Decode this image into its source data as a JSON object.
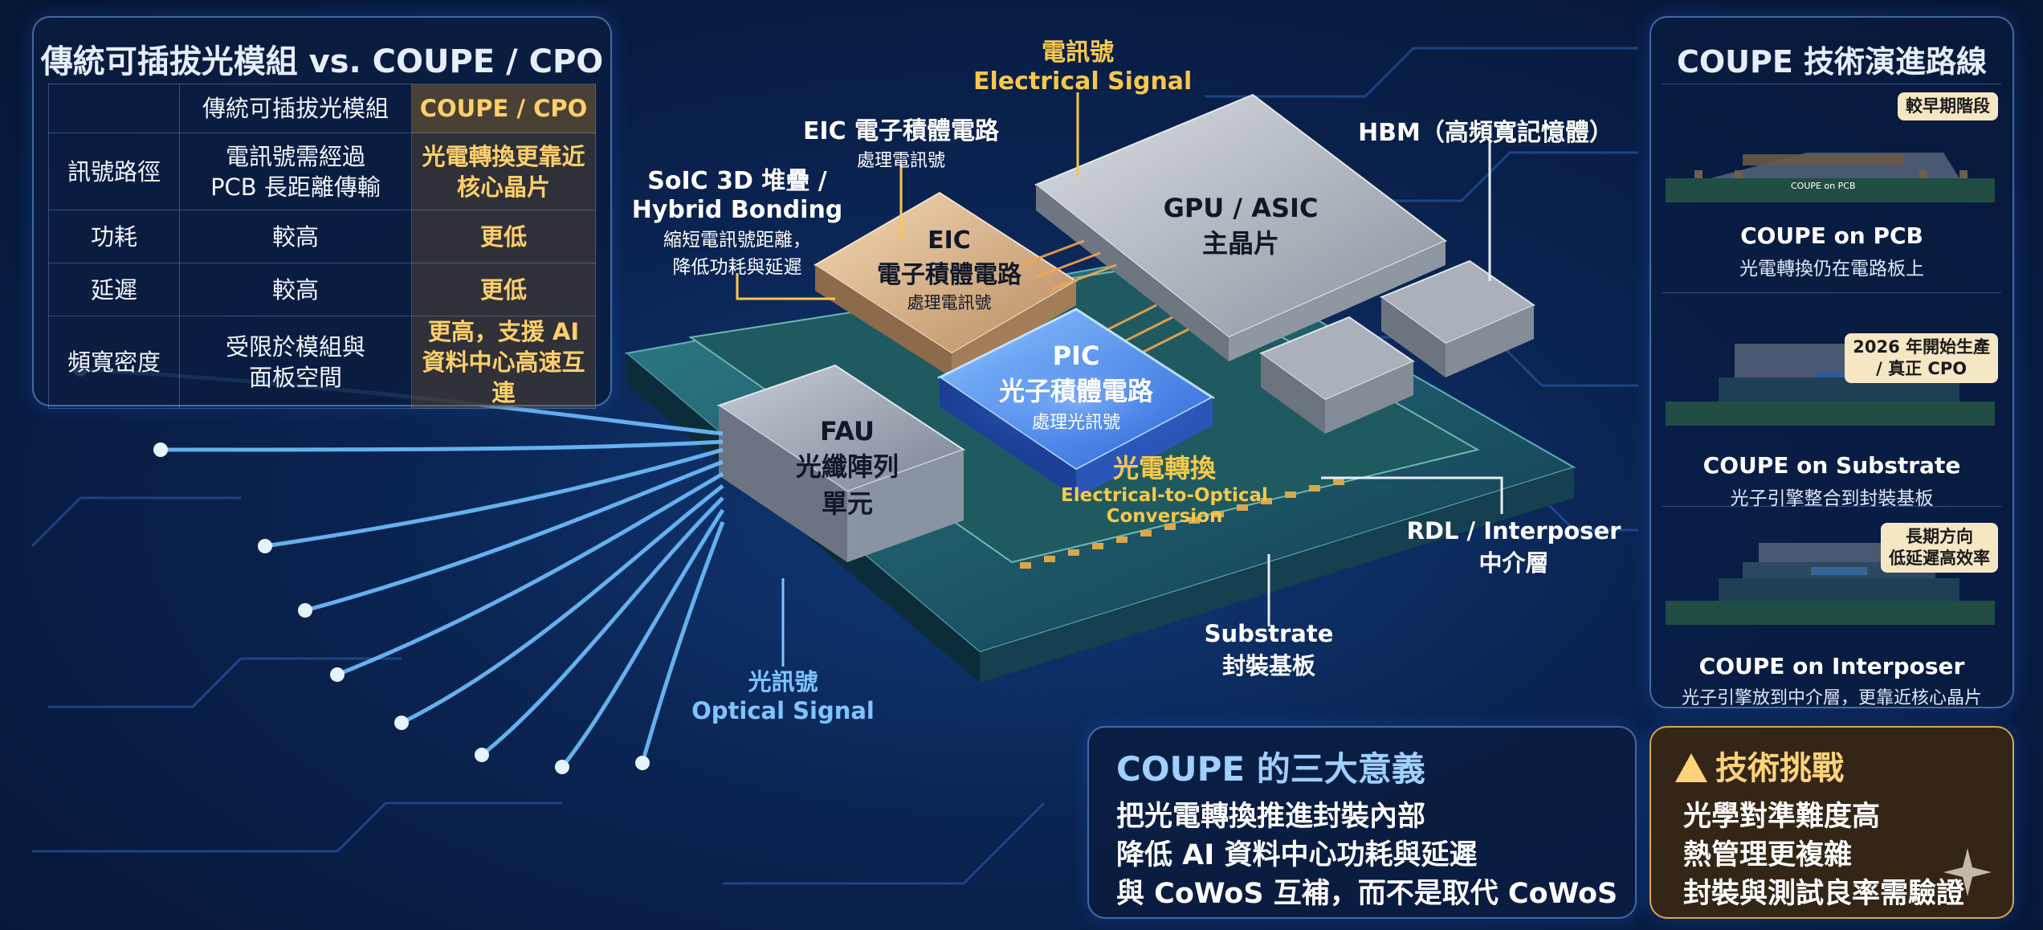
{
  "comparison": {
    "title": "傳統可插拔光模組 vs. COUPE / CPO",
    "col_headers": [
      "",
      "傳統可插拔光模組",
      "COUPE / CPO"
    ],
    "rows": [
      {
        "label": "訊號路徑",
        "traditional": [
          "電訊號需經過",
          "PCB 長距離傳輸"
        ],
        "coupe": [
          "光電轉換更靠近",
          "核心晶片"
        ]
      },
      {
        "label": "功耗",
        "traditional": [
          "較高"
        ],
        "coupe": [
          "更低"
        ]
      },
      {
        "label": "延遲",
        "traditional": [
          "較高"
        ],
        "coupe": [
          "更低"
        ]
      },
      {
        "label": "頻寬密度",
        "traditional": [
          "受限於模組與",
          "面板空間"
        ],
        "coupe": [
          "更高，支援 AI",
          "資料中心高速互連"
        ]
      }
    ]
  },
  "diagram": {
    "electrical_signal": {
      "zh": "電訊號",
      "en": "Electrical Signal"
    },
    "eic_callout": {
      "title": "EIC 電子積體電路",
      "sub": "處理電訊號"
    },
    "soic_callout": {
      "l1": "SoIC 3D 堆疊 /",
      "l2": "Hybrid Bonding",
      "d1": "縮短電訊號距離，",
      "d2": "降低功耗與延遲"
    },
    "hbm": "HBM（高頻寬記憶體）",
    "gpu": {
      "l1": "GPU / ASIC",
      "l2": "主晶片"
    },
    "eic_chip": {
      "l1": "EIC",
      "l2": "電子積體電路",
      "sub": "處理電訊號"
    },
    "pic_chip": {
      "l1": "PIC",
      "l2": "光子積體電路",
      "sub": "處理光訊號"
    },
    "fau": {
      "l1": "FAU",
      "l2": "光纖陣列",
      "l3": "單元"
    },
    "eo": {
      "zh": "光電轉換",
      "en1": "Electrical-to-Optical",
      "en2": "Conversion"
    },
    "rdl": {
      "l1": "RDL / Interposer",
      "l2": "中介層"
    },
    "substrate": {
      "l1": "Substrate",
      "l2": "封裝基板"
    },
    "optical_signal": {
      "zh": "光訊號",
      "en": "Optical Signal"
    }
  },
  "roadmap": {
    "title": "COUPE 技術演進路線",
    "stages": [
      {
        "badge": [
          "較早期階段"
        ],
        "name": "COUPE on PCB",
        "desc": "光電轉換仍在電路板上",
        "board_label": "COUPE on PCB"
      },
      {
        "badge": [
          "2026 年開始生產",
          "/ 真正 CPO"
        ],
        "name": "COUPE on Substrate",
        "desc": "光子引擎整合到封裝基板"
      },
      {
        "badge": [
          "長期方向",
          "低延遲高效率"
        ],
        "name": "COUPE on Interposer",
        "desc": "光子引擎放到中介層，更靠近核心晶片"
      }
    ]
  },
  "meaning": {
    "title": "COUPE 的三大意義",
    "lines": [
      "把光電轉換推進封裝內部",
      "降低 AI 資料中心功耗與延遲",
      "與 CoWoS 互補，而不是取代 CoWoS"
    ]
  },
  "challenge": {
    "title": "技術挑戰",
    "lines": [
      "光學對準難度高",
      "熱管理更複雜",
      "封裝與測試良率需驗證"
    ]
  },
  "colors": {
    "accent_gold": "#f7c84a",
    "accent_blue": "#7ec4ff",
    "panel_bg": "#0a1c40"
  }
}
